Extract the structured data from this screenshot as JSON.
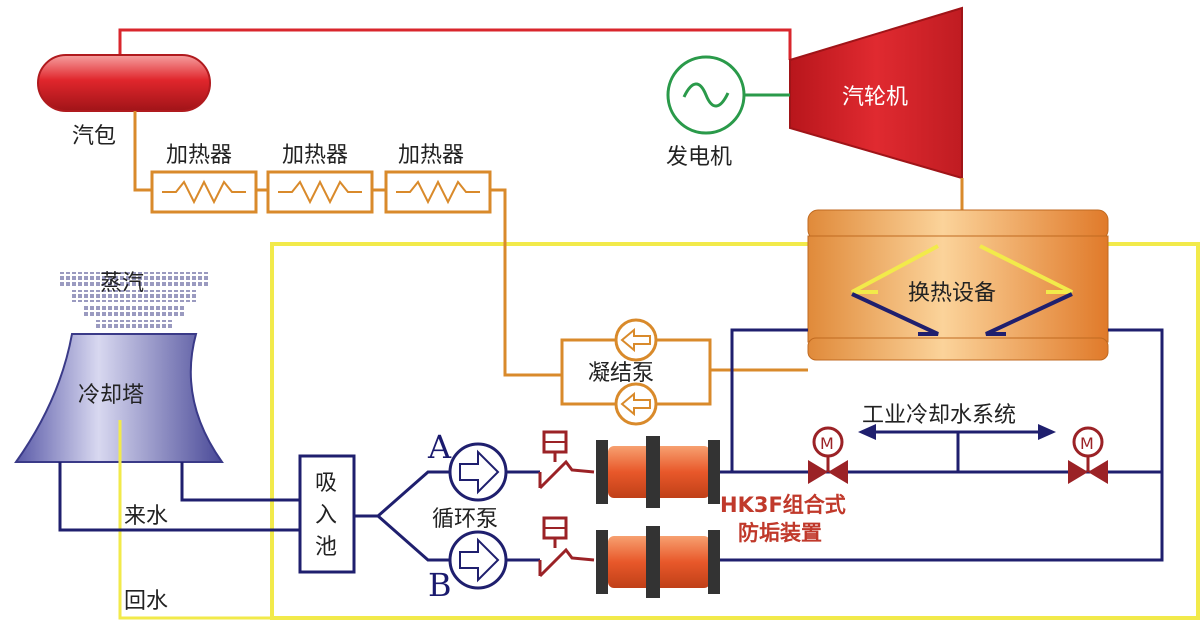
{
  "labels": {
    "drum": "汽包",
    "heater_1": "加热器",
    "heater_2": "加热器",
    "heater_3": "加热器",
    "generator": "发电机",
    "turbine": "汽轮机",
    "steam": "蒸汽",
    "cooling_tower": "冷却塔",
    "heat_exchanger": "换热设备",
    "condensate_pump": "凝结泵",
    "industrial_cooling": "工业冷却水系统",
    "inlet_water": "来水",
    "return_water": "回水",
    "suction_pool_1": "吸",
    "suction_pool_2": "入",
    "suction_pool_3": "池",
    "pump_a": "A",
    "pump_b": "B",
    "circulating_pump": "循环泵",
    "device_line1": "HK3F组合式",
    "device_line2": "防垢装置"
  },
  "colors": {
    "steam_line": "#d9262c",
    "water_line": "#d98a2b",
    "cooling_line": "#1f1f6e",
    "boundary": "#f2ea4a",
    "generator": "#2a9a4a",
    "device": "#e8682c"
  }
}
